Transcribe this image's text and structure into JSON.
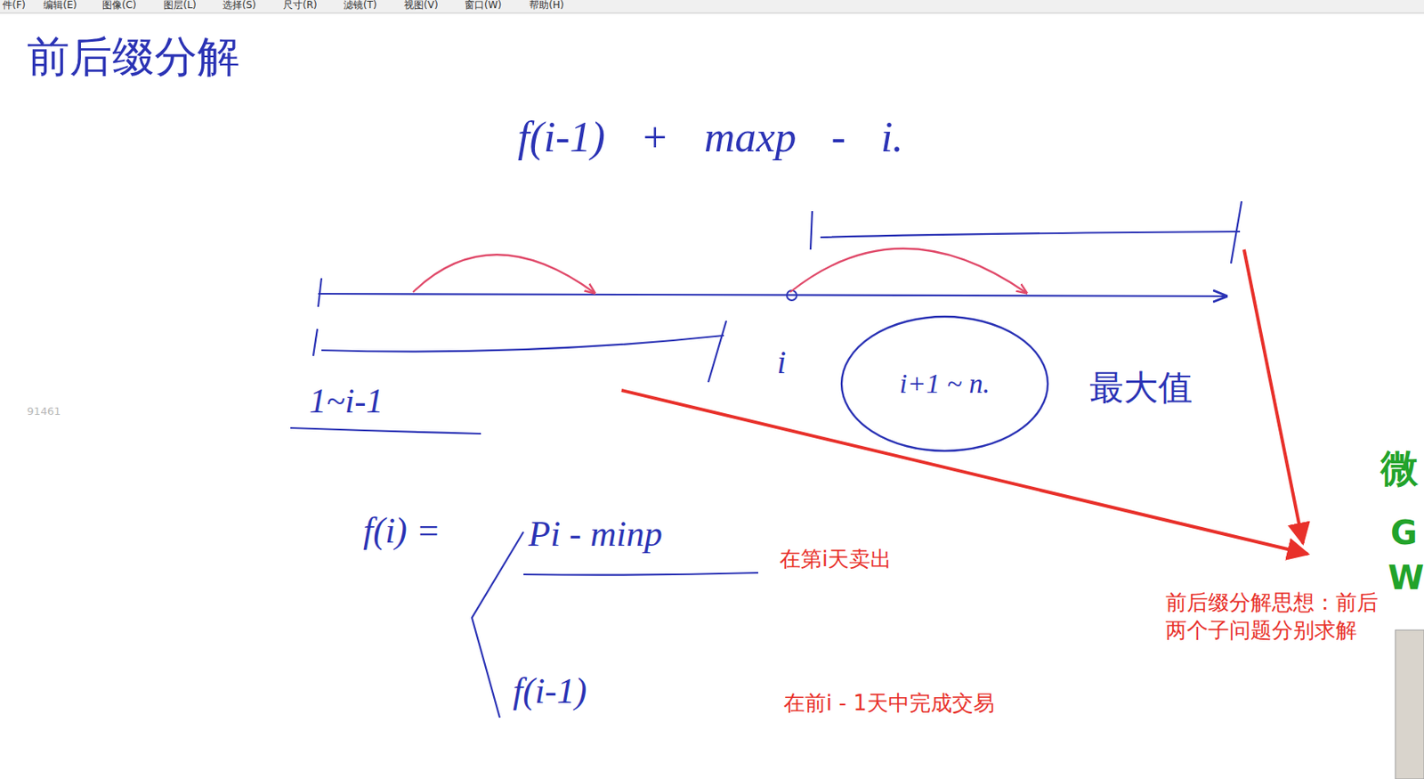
{
  "diagram": {
    "title": "前后缀分解",
    "nodes": [
      {
        "text": [
          "i+1 ~ n."
        ]
      }
    ],
    "labels": [
      "件(F)",
      "编辑(E)",
      "图像(C)",
      "图层(L)",
      "选择(S)",
      "尺寸(R)",
      "滤镜(T)",
      "视图(V)",
      "窗口(W)",
      "帮助(H)",
      "f(i-1) + maxp - i.",
      "i",
      "最大值",
      "1~i-1",
      "91461",
      "f(i) =",
      "Pi - minp",
      "在第i天卖出",
      "f(i-1)",
      "在前i - 1天中完成交易",
      "前后缀分解思想：前后两个子问题分别求解",
      "微",
      "G",
      "W"
    ]
  }
}
